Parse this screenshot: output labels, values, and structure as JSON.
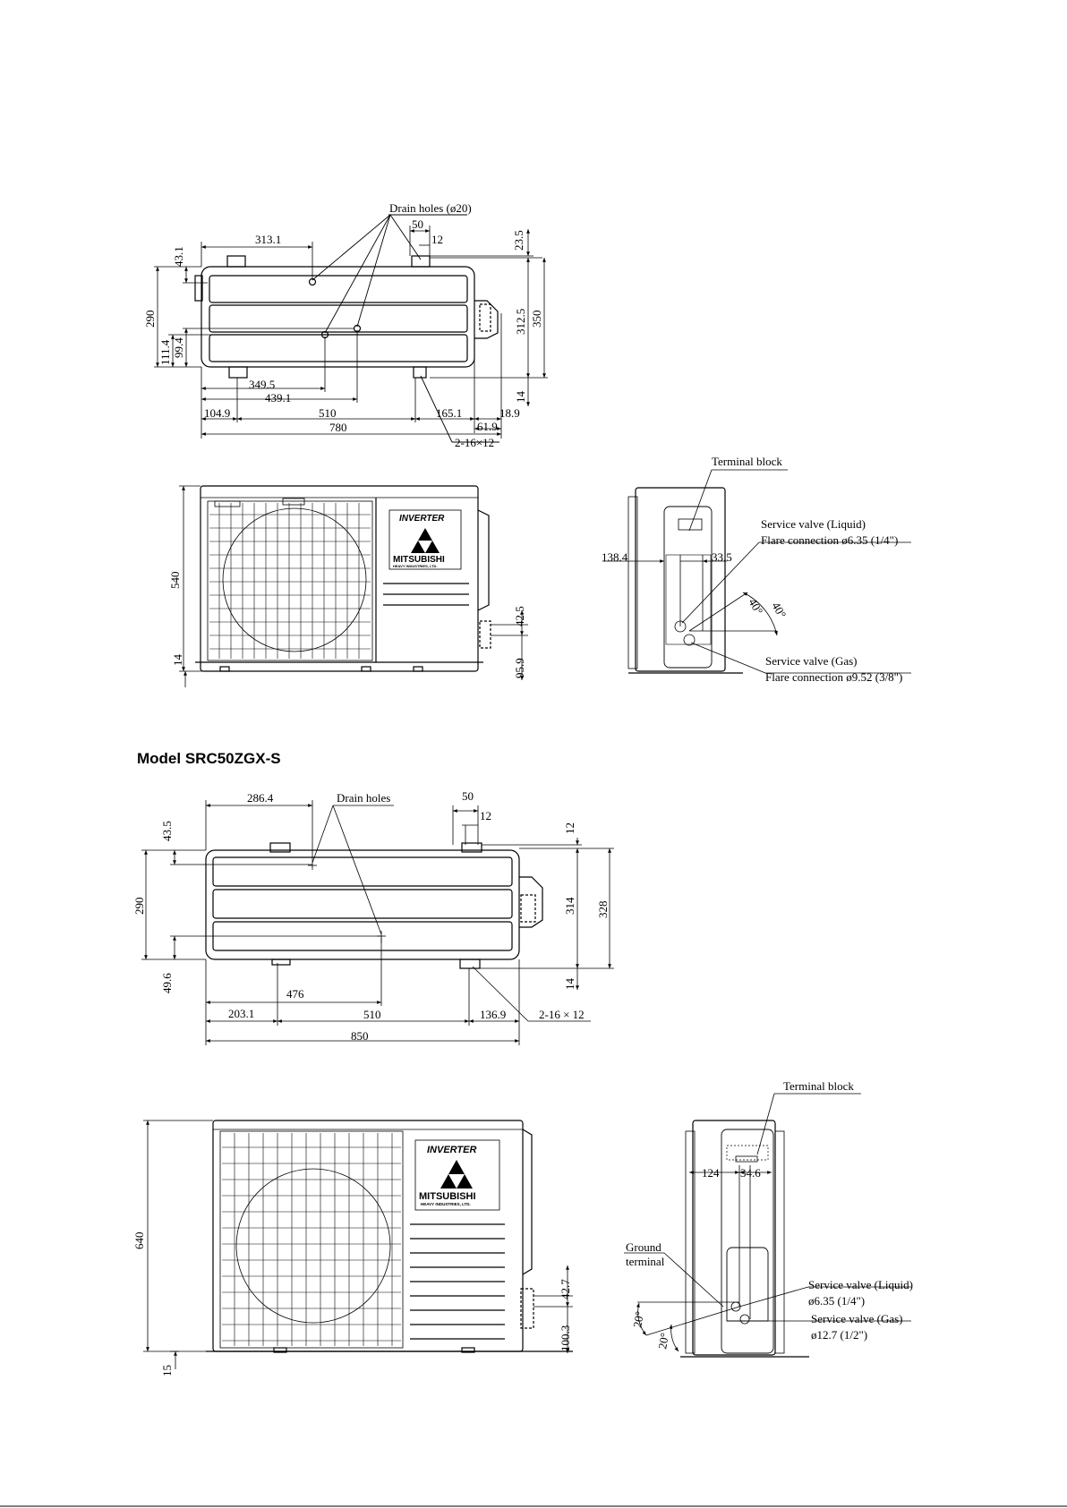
{
  "units": [
    {
      "model_title": "",
      "top_view": {
        "drain_label": "Drain holes (ø20)",
        "dims": {
          "d313_1": "313.1",
          "d50": "50",
          "d12": "12",
          "d23_5": "23.5",
          "d43_1": "43.1",
          "d290": "290",
          "d111_4": "111.4",
          "d99_4": "99.4",
          "d312_5": "312.5",
          "d350": "350",
          "d14": "14",
          "d349_5": "349.5",
          "d439_1": "439.1",
          "d104_9": "104.9",
          "d510": "510",
          "d165_1": "165.1",
          "d18_9": "18.9",
          "d61_9": "61.9",
          "d780": "780",
          "d2_16x12": "2-16×12"
        }
      },
      "front_view": {
        "logo": {
          "inverter": "INVERTER",
          "brand": "MITSUBISHI",
          "sub": "HEAVY INDUSTRIES, LTD."
        },
        "dims": {
          "d540": "540",
          "d14": "14",
          "d42_5": "42.5",
          "d95_9": "95.9"
        }
      },
      "side_view": {
        "terminal_block": "Terminal block",
        "service_liquid": "Service valve (Liquid)",
        "flare_liquid": "Flare connection ø6.35 (1/4\")",
        "service_gas": "Service valve (Gas)",
        "flare_gas": "Flare connection ø9.52 (3/8\")",
        "dims": {
          "d138_4": "138.4",
          "d33_5": "33.5",
          "a1": "40°",
          "a2": "40°"
        }
      }
    },
    {
      "model_title": "Model  SRC50ZGX-S",
      "top_view": {
        "drain_label": "Drain holes",
        "dims": {
          "d286_4": "286.4",
          "d50": "50",
          "d12": "12",
          "d12b": "12",
          "d43_5": "43.5",
          "d290": "290",
          "d314": "314",
          "d328": "328",
          "d49_6": "49.6",
          "d14": "14",
          "d476": "476",
          "d203_1": "203.1",
          "d510": "510",
          "d136_9": "136.9",
          "d2_16x12": "2-16 × 12",
          "d850": "850"
        }
      },
      "front_view": {
        "logo": {
          "inverter": "INVERTER",
          "brand": "MITSUBISHI",
          "sub": "HEAVY INDUSTRIES, LTD."
        },
        "dims": {
          "d640": "640",
          "d15": "15",
          "d42_7": "42.7",
          "d100_3": "100.3"
        }
      },
      "side_view": {
        "terminal_block": "Terminal block",
        "ground": "Ground",
        "terminal": "terminal",
        "service_liquid": "Service valve (Liquid)",
        "flare_liquid": "ø6.35 (1/4\")",
        "service_gas": "Service valve (Gas)",
        "flare_gas": "ø12.7 (1/2\")",
        "dims": {
          "d124": "124",
          "d34_6": "34.6",
          "a1": "20°",
          "a2": "20°"
        }
      }
    }
  ]
}
